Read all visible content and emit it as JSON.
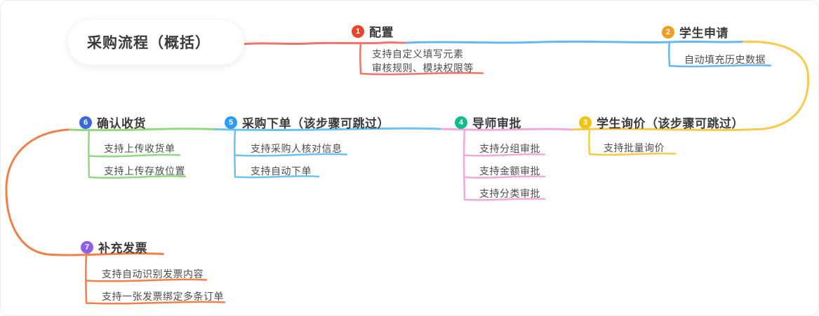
{
  "root": {
    "title": "采购流程（概括）"
  },
  "topics": [
    {
      "num": "1",
      "label": "配置",
      "badge_color": "#e8432d",
      "branch_color": "#f2736a",
      "children": [
        {
          "lines": [
            "支持自定义填写元素",
            "审核规则、模块权限等"
          ]
        }
      ]
    },
    {
      "num": "2",
      "label": "学生申请",
      "badge_color": "#f59d1f",
      "branch_color": "#66b7f0",
      "children": [
        {
          "lines": [
            "自动填充历史数据"
          ]
        }
      ]
    },
    {
      "num": "3",
      "label": "学生询价（该步骤可跳过）",
      "badge_color": "#f3c40f",
      "branch_color": "#f9c94a",
      "children": [
        {
          "lines": [
            "支持批量询价"
          ]
        }
      ]
    },
    {
      "num": "4",
      "label": "导师审批",
      "badge_color": "#0fbd8c",
      "branch_color": "#f2a9da",
      "children": [
        {
          "lines": [
            "支持分组审批"
          ]
        },
        {
          "lines": [
            "支持金额审批"
          ]
        },
        {
          "lines": [
            "支持分类审批"
          ]
        }
      ]
    },
    {
      "num": "5",
      "label": "采购下单（该步骤可跳过）",
      "badge_color": "#2d9cf0",
      "branch_color": "#6cc3f2",
      "children": [
        {
          "lines": [
            "支持采购人核对信息"
          ]
        },
        {
          "lines": [
            "支持自动下单"
          ]
        }
      ]
    },
    {
      "num": "6",
      "label": "确认收货",
      "badge_color": "#3a68dc",
      "branch_color": "#90d97d",
      "children": [
        {
          "lines": [
            "支持上传收货单"
          ]
        },
        {
          "lines": [
            "支持上传存放位置"
          ]
        }
      ]
    },
    {
      "num": "7",
      "label": "补充发票",
      "badge_color": "#8d61e6",
      "branch_color": "#f08049",
      "children": [
        {
          "lines": [
            "支持自动识别发票内容"
          ]
        },
        {
          "lines": [
            "支持一张发票绑定多条订单"
          ]
        }
      ]
    }
  ],
  "colors": {
    "red": "#f2736a",
    "blue": "#66b7f0",
    "yellow": "#f9c94a",
    "pink": "#f2a9da",
    "blue2": "#6cc3f2",
    "green": "#90d97d",
    "orange": "#f08049"
  }
}
